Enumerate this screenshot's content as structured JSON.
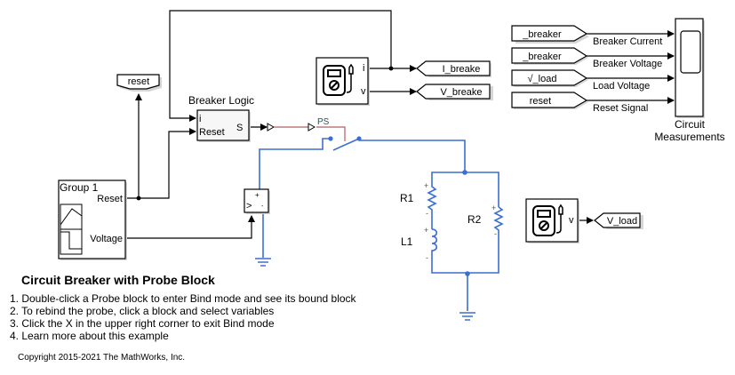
{
  "model": {
    "title": "Circuit Breaker with Probe Block",
    "steps": [
      "1. Double-click a Probe block to enter Bind mode and see its bound block",
      "2. To rebind the probe, click a block and select variables",
      "3. Click the X in the upper right corner to exit Bind mode",
      "4. Learn more about this example"
    ],
    "copyright": "Copyright 2015-2021 The MathWorks, Inc."
  },
  "blocks": {
    "breaker_logic": {
      "name": "Breaker Logic",
      "in_ports": [
        "i",
        "Reset"
      ],
      "out_port": "S"
    },
    "group1": {
      "name": "Group 1",
      "out_ports": [
        "Reset",
        "Voltage"
      ]
    },
    "goto_reset": {
      "label": "reset"
    },
    "probe_breaker": {
      "ports": [
        "i",
        "v"
      ],
      "icon": "multimeter-icon"
    },
    "goto_i_breaker": {
      "label": "I_breake"
    },
    "goto_v_breaker": {
      "label": "V_breake"
    },
    "probe_load": {
      "ports": [
        "v"
      ],
      "icon": "multimeter-icon"
    },
    "goto_v_load": {
      "label": "V_load"
    },
    "ps_converter": {
      "label": "PS"
    },
    "switch_block": {
      "in_symbol": ">",
      "port_plus": "+",
      "port_minus": "-"
    },
    "R1": {
      "label": "R1"
    },
    "R2": {
      "label": "R2"
    },
    "L1": {
      "label": "L1"
    },
    "scope": {
      "name": "Circuit Measurements",
      "name_lines": [
        "Circuit",
        "Measurements"
      ],
      "from_tags": [
        "_breaker",
        "_breaker",
        "√_load",
        "reset"
      ],
      "signal_labels": [
        "Breaker Current",
        "Breaker Voltage",
        "Load Voltage",
        "Reset Signal"
      ]
    }
  },
  "colors": {
    "physical_wire": "#3b6fd1",
    "ps_wire": "#b06060",
    "signal_wire": "#000000"
  }
}
